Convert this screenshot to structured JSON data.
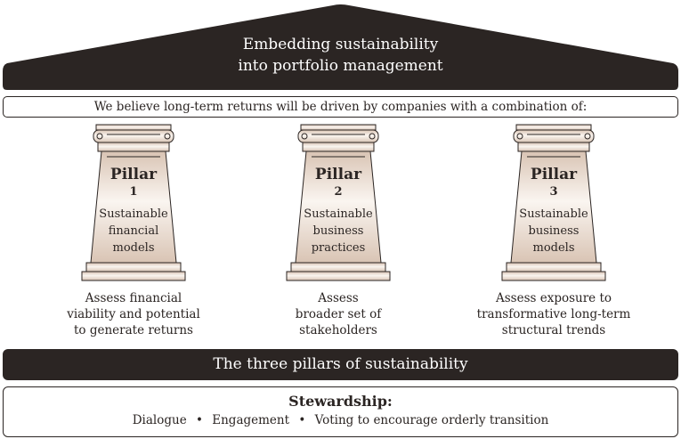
{
  "roof": {
    "line1": "Embedding sustainability",
    "line2": "into portfolio management"
  },
  "belief": "We believe long-term returns will be driven by companies with a combination of:",
  "pillars": [
    {
      "title": "Pillar",
      "number": "1",
      "desc": "Sustainable financial models",
      "below": "Assess financial viability and potential to generate returns"
    },
    {
      "title": "Pillar",
      "number": "2",
      "desc": "Sustainable business practices",
      "below": "Assess broader set of stakeholders"
    },
    {
      "title": "Pillar",
      "number": "3",
      "desc": "Sustainable business models",
      "below": "Assess exposure to transformative long-term structural trends"
    }
  ],
  "foundation": "The three pillars of sustainability",
  "stewardship": {
    "title": "Stewardship:",
    "items": [
      "Dialogue",
      "Engagement",
      "Voting to encourage orderly transition"
    ],
    "separator": "•"
  },
  "colors": {
    "dark": "#2b2523",
    "stone_light": "#f7f0ea",
    "stone_dark": "#d9c4b4"
  }
}
